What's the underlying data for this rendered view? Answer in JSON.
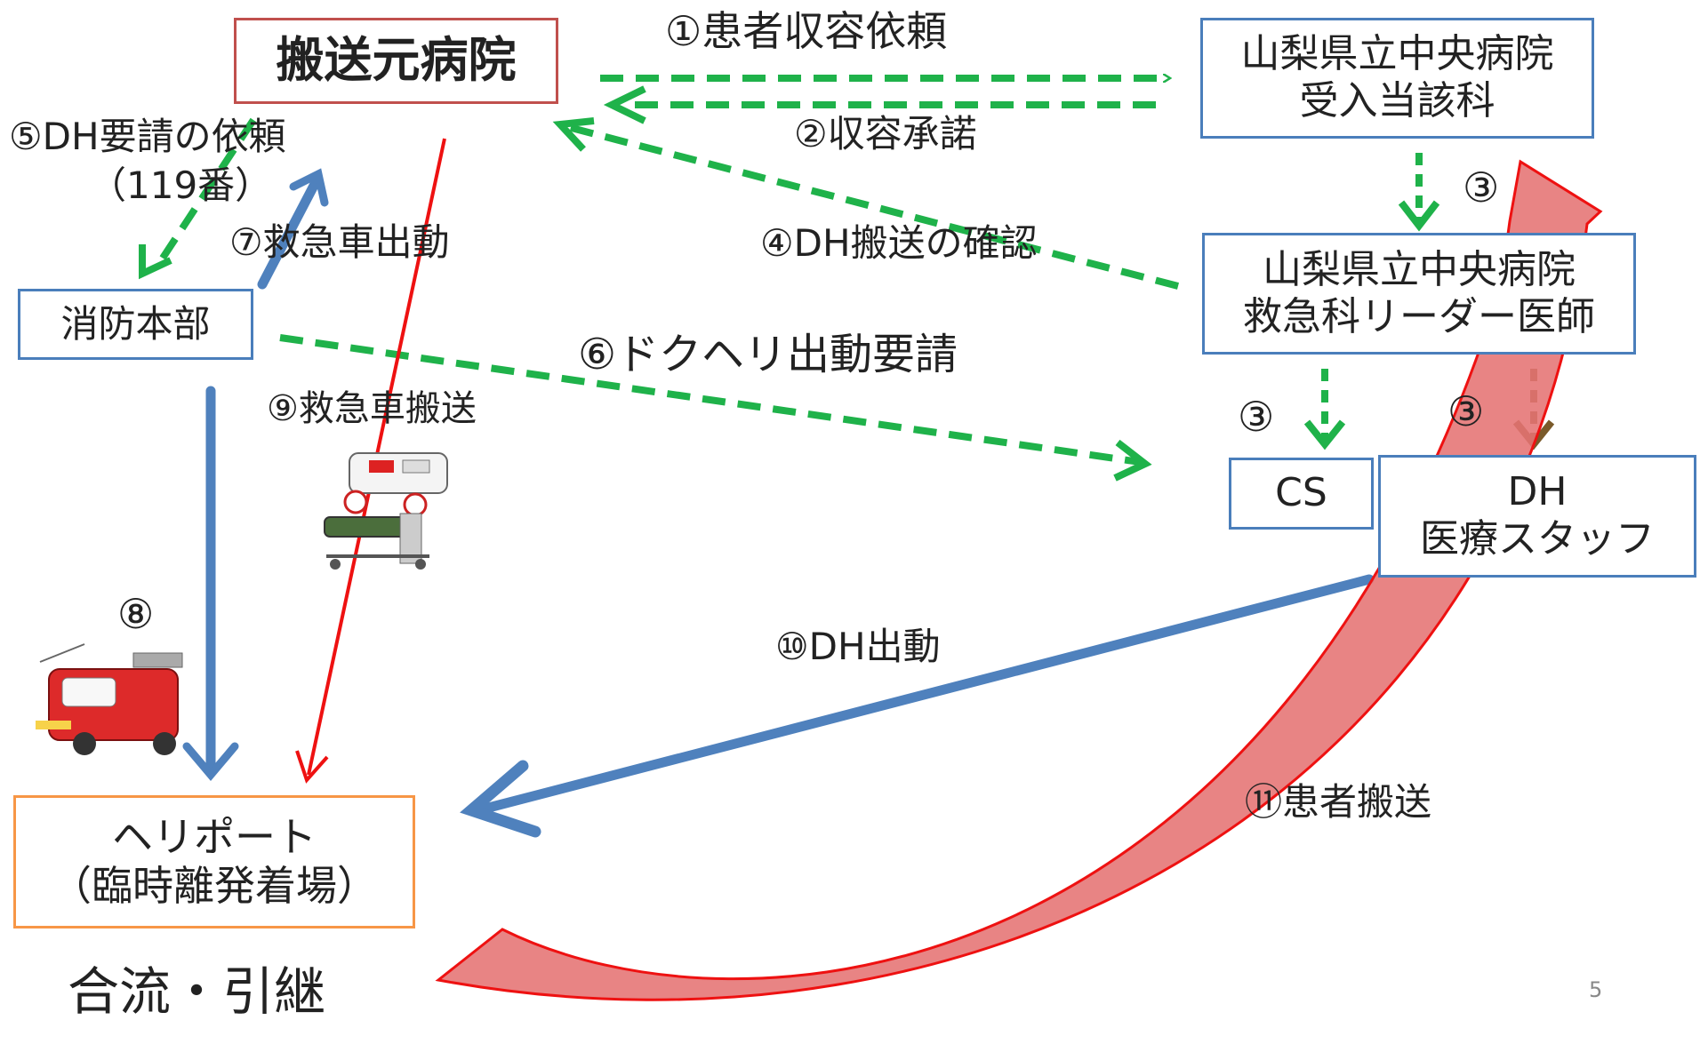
{
  "boxes": {
    "origin_hospital": "搬送元病院",
    "receiving_dept": [
      "山梨県立中央病院",
      "受入当該科"
    ],
    "leader_doctor": [
      "山梨県立中央病院",
      "救急科リーダー医師"
    ],
    "fire_hq": "消防本部",
    "cs": "CS",
    "dh_staff": [
      "DH",
      "医療スタッフ"
    ],
    "heliport": [
      "ヘリポート",
      "（臨時離発着場）"
    ]
  },
  "labels": {
    "step1": "①患者収容依頼",
    "step2": "②収容承諾",
    "step3a": "③",
    "step3b": "③",
    "step3c": "③",
    "step4": "④DH搬送の確認",
    "step5": "⑤DH要請の依頼",
    "step5_sub": "（119番）",
    "step6": "⑥ドクヘリ出動要請",
    "step7": "⑦救急車出動",
    "step8": "⑧",
    "step9": "⑨救急車搬送",
    "step10": "⑩DH出動",
    "step11": "⑪患者搬送",
    "merge": "合流・引継",
    "page_number": "5"
  },
  "colors": {
    "green_dashed": "#1fb24a",
    "blue_arrow": "#4f81bd",
    "red_arrow": "#ee1111",
    "big_arrow_fill": "#e57373",
    "big_arrow_stroke": "#ee1111"
  }
}
